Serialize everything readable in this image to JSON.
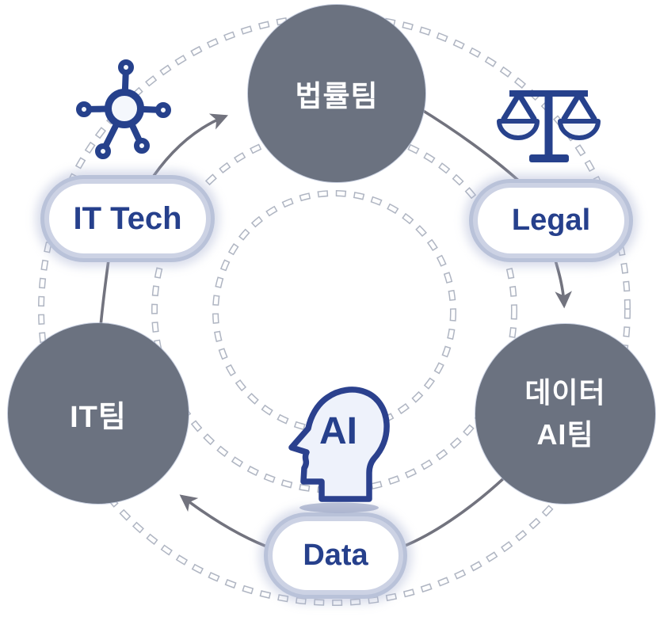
{
  "teams": {
    "legal_team": {
      "label": "법률팀"
    },
    "it_team": {
      "label": "IT팀"
    },
    "data_ai_team": {
      "label_line1": "데이터",
      "label_line2": "AI팀"
    }
  },
  "tags": {
    "it_tech": {
      "label": "IT Tech"
    },
    "legal": {
      "label": "Legal"
    },
    "data": {
      "label": "Data"
    }
  },
  "center": {
    "label": "AI"
  },
  "icons": [
    "network-icon",
    "scales-icon",
    "ai-head-icon"
  ],
  "colors": {
    "team_circle_gray": "#6b7280",
    "accent_navy": "#26408c",
    "pill_glow_lavender": "#b9c2d9",
    "arrow_gray": "#72737e",
    "dash_white": "#ffffff",
    "dash_outline": "#a6adbb"
  }
}
